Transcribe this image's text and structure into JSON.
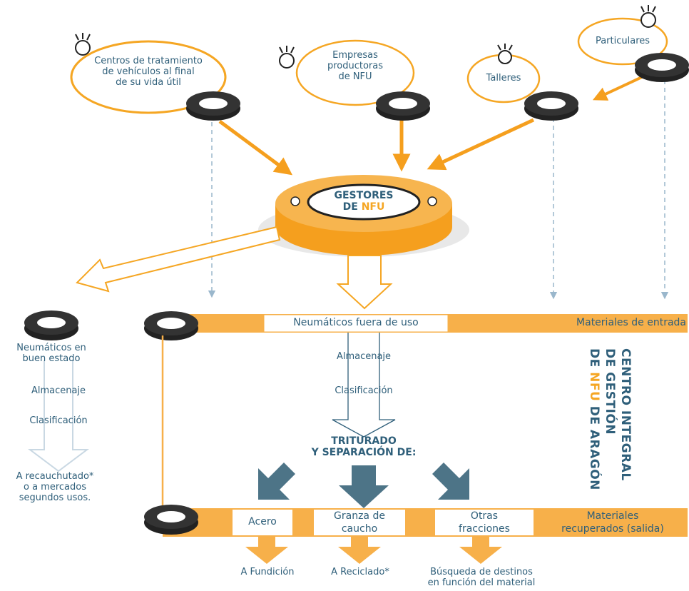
{
  "sources": {
    "centros": [
      "Centros de tratamiento",
      "de vehículos al final",
      "de su vida útil"
    ],
    "empresas": [
      "Empresas",
      "productoras",
      "de NFU"
    ],
    "talleres": "Talleres",
    "particulares": "Particulares"
  },
  "hub": {
    "line1": "GESTORES",
    "line2_prefix": "DE ",
    "line2_accent": "NFU"
  },
  "left_branch": {
    "title": [
      "Neumáticos en",
      "buen estado"
    ],
    "step1": "Almacenaje",
    "step2": "Clasificación",
    "destination": [
      "A recauchutado*",
      "o a  mercados",
      "segundos usos."
    ]
  },
  "input_band": {
    "main_label": "Neumáticos fuera de uso",
    "right_label": "Materiales de entrada"
  },
  "center_steps": {
    "step1": "Almacenaje",
    "step2": "Clasificación"
  },
  "process": {
    "line1": "TRITURADO",
    "line2": "Y SEPARACIÓN DE:"
  },
  "centre_name": {
    "line1": "CENTRO INTEGRAL",
    "line2": "DE GESTIÓN",
    "line3_prefix": "DE ",
    "line3_accent": "NFU",
    "line3_suffix": " DE ARAGÓN"
  },
  "output_band": {
    "acero": "Acero",
    "granza": [
      "Granza de",
      "caucho"
    ],
    "otras": [
      "Otras",
      "fracciones"
    ],
    "right_label": [
      "Materiales",
      "recuperados (salida)"
    ]
  },
  "destinations": {
    "fundicion": "A Fundición",
    "reciclado": "A Reciclado*",
    "busqueda": [
      "Búsqueda de destinos",
      "en función del material"
    ]
  },
  "colors": {
    "orange": "#f7ae45",
    "dark_orange": "#f59f1e",
    "blue_text": "#2f5f7a",
    "steel": "#4d7487",
    "dash": "#9ab7cc"
  }
}
